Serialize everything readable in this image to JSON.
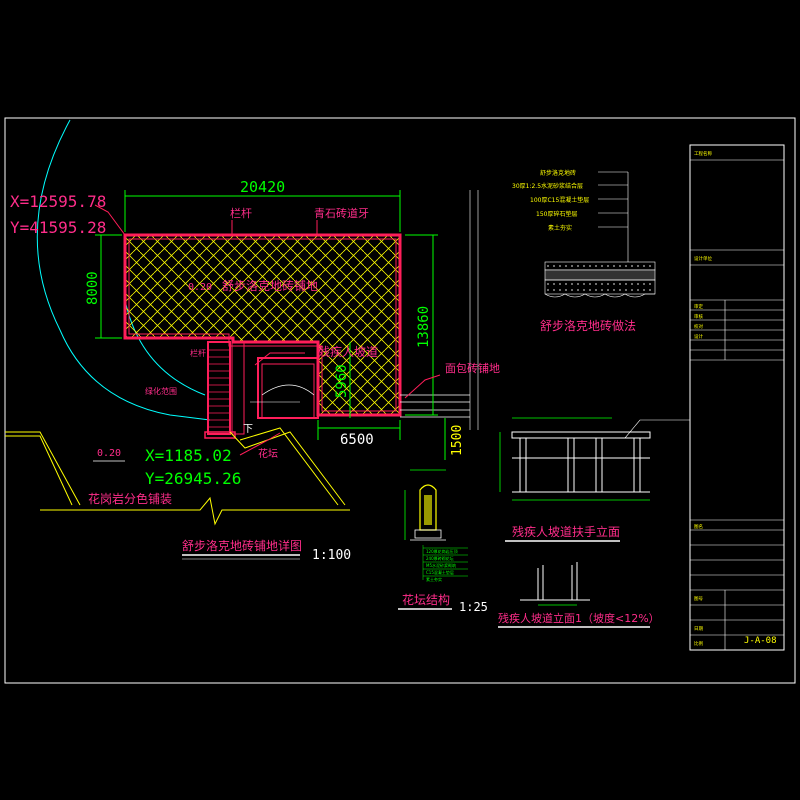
{
  "plan": {
    "coord_top_x": "X=12595.78",
    "coord_top_y": "Y=41595.28",
    "coord_bottom_x": "X=1185.02",
    "coord_bottom_y": "Y=26945.26",
    "dim_width": "20420",
    "dim_height_left": "8000",
    "dim_height_right": "13860",
    "dim_ramp_height": "5960",
    "dim_ramp_width": "6500",
    "dim_side": "1500",
    "level_paving": "0.20",
    "level_ground": "0.20",
    "label_railing": "栏杆",
    "label_edging": "青石砖道牙",
    "label_paving": "舒步洛克地砖铺地",
    "label_ramp": "残疾人坡道",
    "label_bread_brick": "面包砖铺地",
    "label_granite": "花岗岩分色铺装",
    "label_planter": "花坛",
    "label_rail_small": "栏杆",
    "label_green": "绿化范围",
    "label_down": "下",
    "title": "舒步洛克地砖铺地详图",
    "scale": "1:100"
  },
  "section": {
    "layers": [
      "舒步洛克地砖",
      "30厚1:2.5水泥砂浆结合层",
      "100厚C15混凝土垫层",
      "150厚碎石垫层",
      "素土夯实"
    ],
    "title": "舒步洛克地砖做法"
  },
  "handrail": {
    "title": "残疾人坡道扶手立面"
  },
  "planter": {
    "notes": [
      "120厚花岗岩压顶",
      "240厚砖砌花坛",
      "M5水泥砂浆砌筑",
      "C15混凝土垫层",
      "素土夯实"
    ],
    "title": "花坛结构",
    "scale": "1:25"
  },
  "ramp_elevation": {
    "title": "残疾人坡道立面1（坡度<12%）"
  },
  "title_block": {
    "rows": [
      "工程名称",
      "设计单位",
      "审定",
      "审核",
      "校对",
      "设计",
      "图名",
      "图号",
      "日期",
      "比例"
    ],
    "drawing_no": "J-A-08"
  },
  "colors": {
    "magenta": "#ff2d8a",
    "red": "#ff1e5a",
    "green": "#00ff00",
    "yellow": "#ffff00",
    "cyan": "#00ffff",
    "white": "#ffffff"
  }
}
